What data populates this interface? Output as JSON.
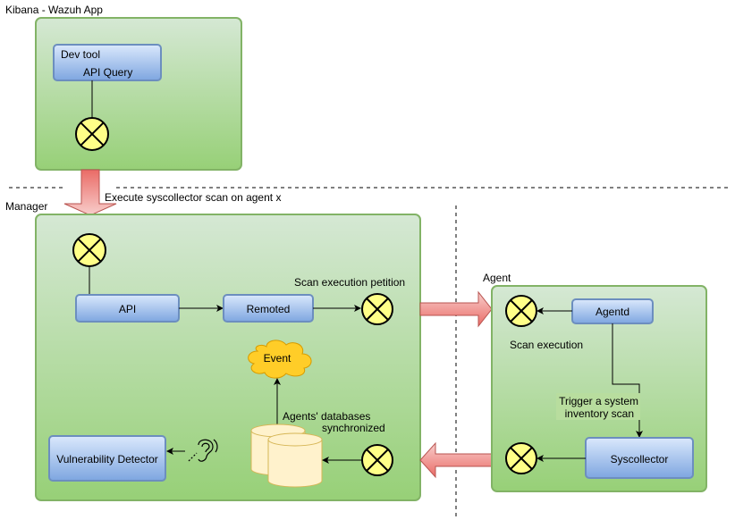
{
  "zones": {
    "kibana_label": "Kibana - Wazuh App",
    "manager_label": "Manager",
    "agent_label": "Agent"
  },
  "kibana": {
    "dev_tool_title": "Dev tool",
    "dev_tool_subtitle": "API Query"
  },
  "manager": {
    "api": "API",
    "remoted": "Remoted",
    "event": "Event",
    "vulnerability_detector": "Vulnerability Detector",
    "scan_execution_petition": "Scan execution petition",
    "agents_databases_line1": "Agents' databases",
    "agents_databases_line2": "synchronized"
  },
  "agent": {
    "agentd": "Agentd",
    "syscollector": "Syscollector",
    "scan_execution": "Scan execution",
    "trigger_line1": "Trigger a system",
    "trigger_line2": "inventory scan"
  },
  "flows": {
    "execute_syscollector": "Execute syscollector scan on agent x"
  },
  "colors": {
    "container_fill_top": "#d5e8d4",
    "container_fill_bottom": "#97d077",
    "container_stroke": "#82b366",
    "box_fill_top": "#dae8fc",
    "box_fill_bottom": "#7ea6e0",
    "box_stroke": "#6c8ebf",
    "junction_fill": "#ffff88",
    "arrow_fill_top": "#f8cecc",
    "arrow_fill_bottom": "#ea6b66",
    "arrow_stroke": "#b85450",
    "cloud_fill": "#ffcd28",
    "cloud_stroke": "#d79b00",
    "db_fill": "#fff2cc",
    "db_stroke": "#d6b656"
  }
}
